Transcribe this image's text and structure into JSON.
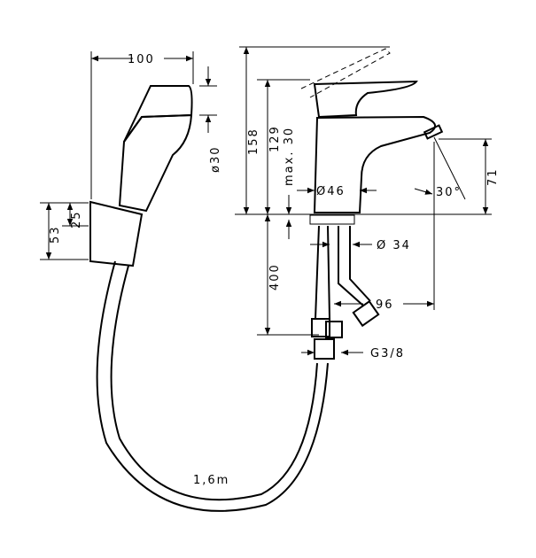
{
  "diagram": {
    "title": "Basin mixer with bidet hand shower – dimensions",
    "dimensions": {
      "shower_width": "100",
      "shower_diameter": "ø30",
      "holder_height": "53",
      "holder_offset": "25",
      "total_height": "158",
      "body_height": "129",
      "max_deck": "max. 30",
      "body_diameter": "Ø46",
      "spout_angle": "30°",
      "spout_height": "71",
      "hose_length_supply": "400",
      "shank_diameter": "Ø 34",
      "projection": "96",
      "connection": "G3/8",
      "hose_length": "1,6m"
    }
  }
}
